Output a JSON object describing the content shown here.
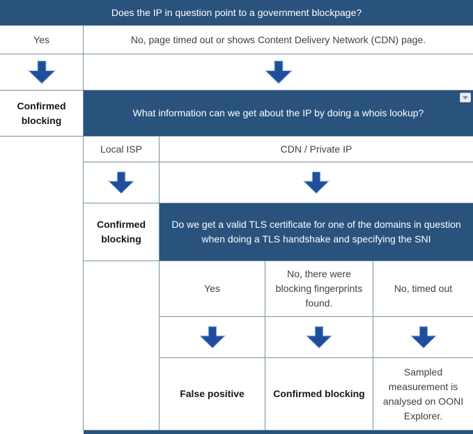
{
  "table": {
    "q1": "Does the IP in question point to a government blockpage?",
    "row2": {
      "yes": "Yes",
      "no": "No, page timed out or shows Content Delivery Network (CDN) page."
    },
    "row4": {
      "result": "Confirmed blocking",
      "q2": "What information can we get about the IP by doing a whois lookup?"
    },
    "row5": {
      "local_isp": "Local ISP",
      "cdn": "CDN / Private IP"
    },
    "row7": {
      "result": "Confirmed blocking",
      "q3": "Do we get a valid TLS certificate for one of the domains in question when doing a TLS handshake and specifying the SNI"
    },
    "row8": {
      "yes": "Yes",
      "no_fingerprints": "No, there were blocking fingerprints found.",
      "no_timeout": "No, timed out"
    },
    "row10": {
      "false_positive": "False positive",
      "confirmed": "Confirmed blocking",
      "sampled": "Sampled measurement is analysed on OONI Explorer."
    }
  },
  "icons": {
    "down_arrow": "down-arrow-icon",
    "dropdown": "collapse-dropdown-icon"
  },
  "colors": {
    "header_bg": "#29527D",
    "header_text": "#FFFFFF",
    "border": "#73929F",
    "arrow_fill": "#1F4F9C",
    "arrow_stroke": "#A6BCDE",
    "body_text": "#3D4043",
    "bold_text": "#161616"
  }
}
